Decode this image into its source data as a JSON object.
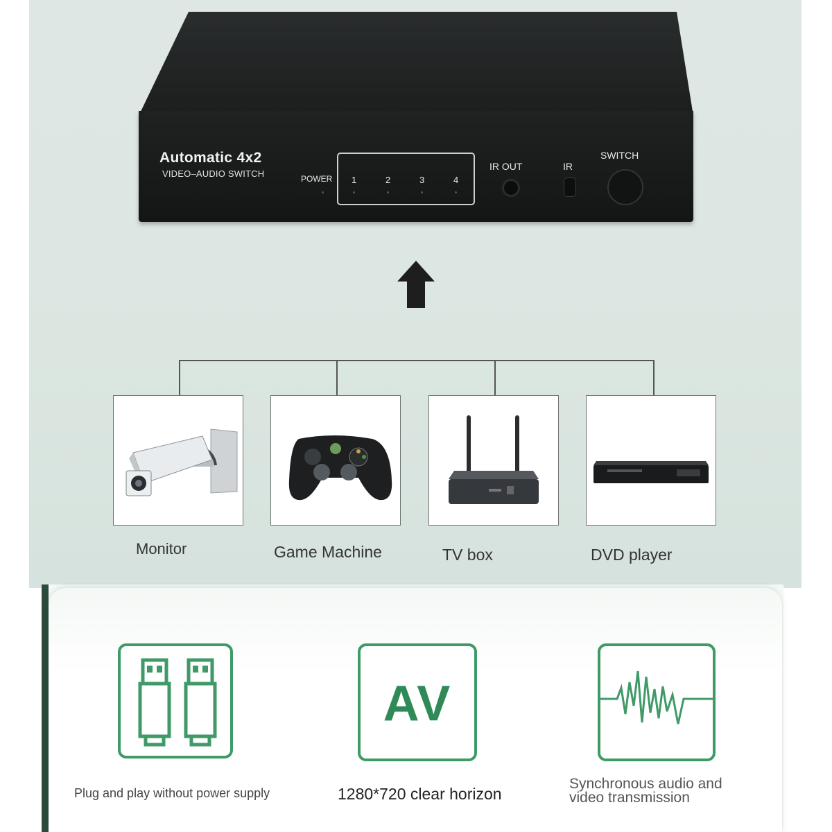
{
  "device": {
    "title": "Automatic 4x2",
    "subtitle": "VIDEO–AUDIO SWITCH",
    "power_label": "POWER",
    "ports": [
      "1",
      "2",
      "3",
      "4"
    ],
    "ir_out_label": "IR OUT",
    "ir_label": "IR",
    "switch_label": "SWITCH",
    "body_color": "#1c1e1e"
  },
  "sources": [
    {
      "label": "Monitor",
      "icon": "security-camera-icon"
    },
    {
      "label": "Game Machine",
      "icon": "gamepad-icon"
    },
    {
      "label": "TV box",
      "icon": "tv-box-icon"
    },
    {
      "label": "DVD player",
      "icon": "dvd-player-icon"
    }
  ],
  "features": [
    {
      "icon": "usb-connector-icon",
      "caption": "Plug and play without power supply"
    },
    {
      "icon": "av-icon",
      "icon_text": "AV",
      "caption": "1280*720 clear horizon"
    },
    {
      "icon": "waveform-icon",
      "caption_line1": "Synchronous audio and",
      "caption_line2": "video transmission"
    }
  ],
  "accent_color": "#3f9a68"
}
